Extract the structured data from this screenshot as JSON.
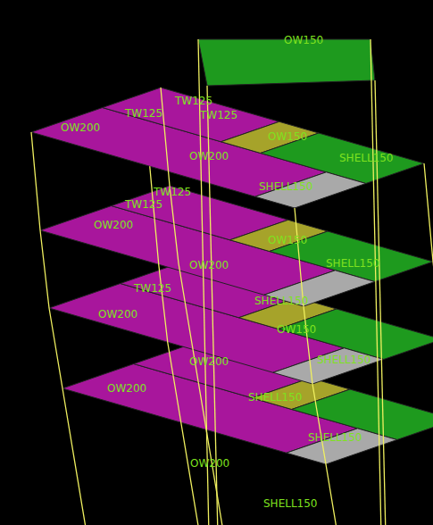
{
  "diagram": {
    "labels": [
      "OW150",
      "TW125",
      "TW125",
      "TW125",
      "OW200",
      "OW150",
      "OW200",
      "SHELL150",
      "SHELL150",
      "TW125",
      "TW125",
      "OW200",
      "OW150",
      "OW200",
      "SHELL150",
      "SHELL150",
      "TW125",
      "OW200",
      "OW150",
      "OW200",
      "SHELL150",
      "SHELL150",
      "OW200",
      "SHELL150",
      "OW200",
      "SHELL150"
    ]
  }
}
